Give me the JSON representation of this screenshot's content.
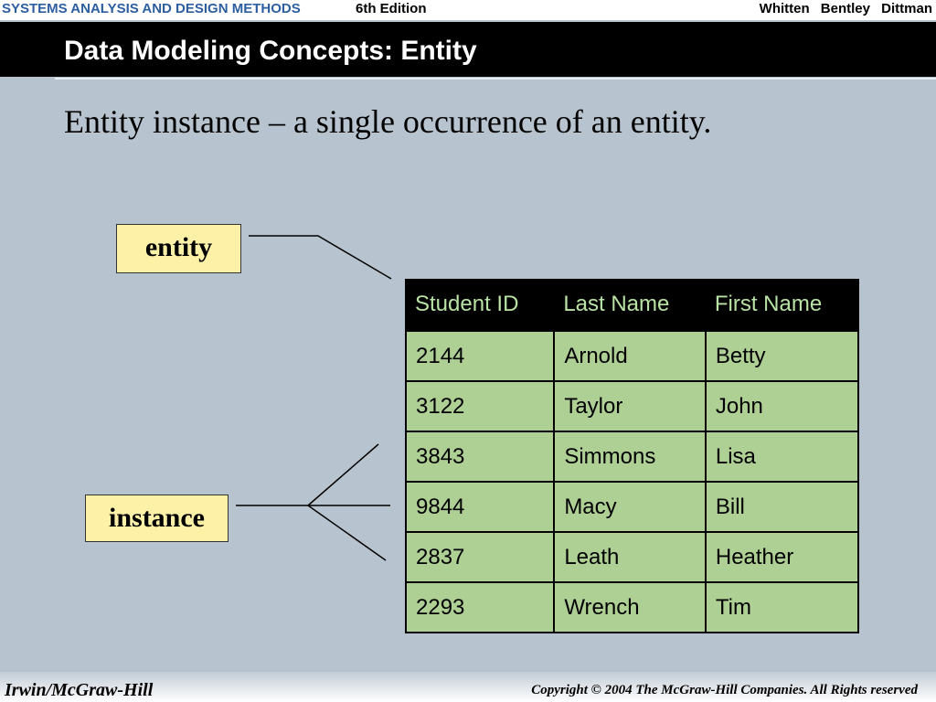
{
  "header": {
    "series": "SYSTEMS ANALYSIS AND DESIGN METHODS",
    "edition": "6th Edition",
    "authors": "Whitten Bentley Dittman"
  },
  "slide": {
    "title": "Data Modeling Concepts: Entity",
    "subtitle": "Entity instance – a single occurrence of an entity.",
    "entity_label": "entity",
    "instance_label": "instance"
  },
  "table": {
    "columns": [
      "Student ID",
      "Last Name",
      "First Name"
    ],
    "rows": [
      [
        "2144",
        "Arnold",
        "Betty"
      ],
      [
        "3122",
        "Taylor",
        "John"
      ],
      [
        "3843",
        "Simmons",
        "Lisa"
      ],
      [
        "9844",
        "Macy",
        "Bill"
      ],
      [
        "2837",
        "Leath",
        "Heather"
      ],
      [
        "2293",
        "Wrench",
        "Tim"
      ]
    ]
  },
  "footer": {
    "publisher": "Irwin/McGraw-Hill",
    "copyright": "Copyright © 2004 The McGraw-Hill Companies. All Rights reserved"
  },
  "colors": {
    "background": "#b7c4cf",
    "title_bar": "#000000",
    "series_text": "#2c5ea0",
    "table_header_text": "#b9e3a4",
    "table_cell": "#aed095",
    "label_box": "#fdf0a7"
  }
}
